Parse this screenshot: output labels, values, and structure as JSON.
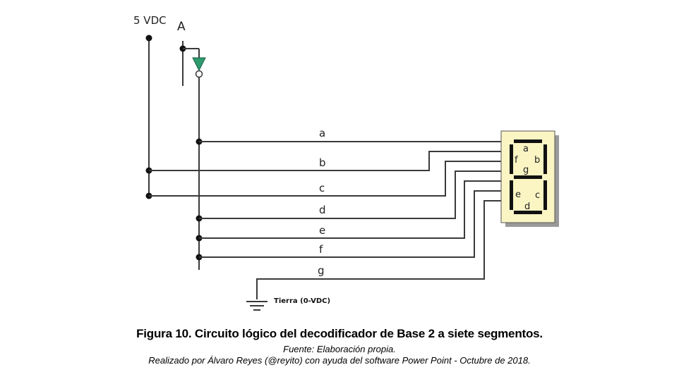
{
  "diagram": {
    "supply_label": "5 VDC",
    "input_label": "A",
    "ground_label": "Tierra (0-VDC)",
    "lines": [
      "a",
      "b",
      "c",
      "d",
      "e",
      "f",
      "g"
    ],
    "display_segments": [
      "a",
      "b",
      "c",
      "d",
      "e",
      "f",
      "g"
    ],
    "colors": {
      "inverter": "#2e9a6e",
      "display_fill": "#fbf5c4",
      "display_shadow": "#9a9a9a",
      "wire": "#3a3a3a"
    }
  },
  "caption": {
    "title": "Figura 10. Circuito lógico del decodificador de Base 2 a siete segmentos.",
    "source": "Fuente: Elaboración propia.",
    "credit": "Realizado por Álvaro Reyes (@reyito) con ayuda del software Power Point - Octubre de 2018."
  }
}
